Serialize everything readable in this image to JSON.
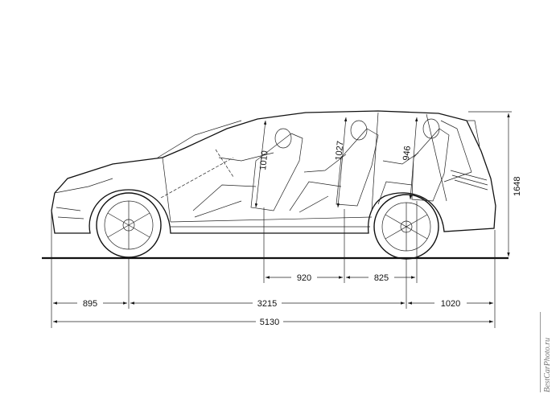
{
  "dimensions": {
    "seat_row_1_headroom": "1010",
    "seat_row_2_headroom": "1027",
    "seat_row_3_headroom": "946",
    "vehicle_height": "1648",
    "seat_pitch_1_2": "920",
    "seat_pitch_2_3": "825",
    "front_overhang": "895",
    "wheelbase": "3215",
    "rear_overhang": "1020",
    "overall_length": "5130"
  },
  "watermark": "BestCarPhoto.ru",
  "colors": {
    "line": "#111111",
    "watermark": "#777777"
  }
}
